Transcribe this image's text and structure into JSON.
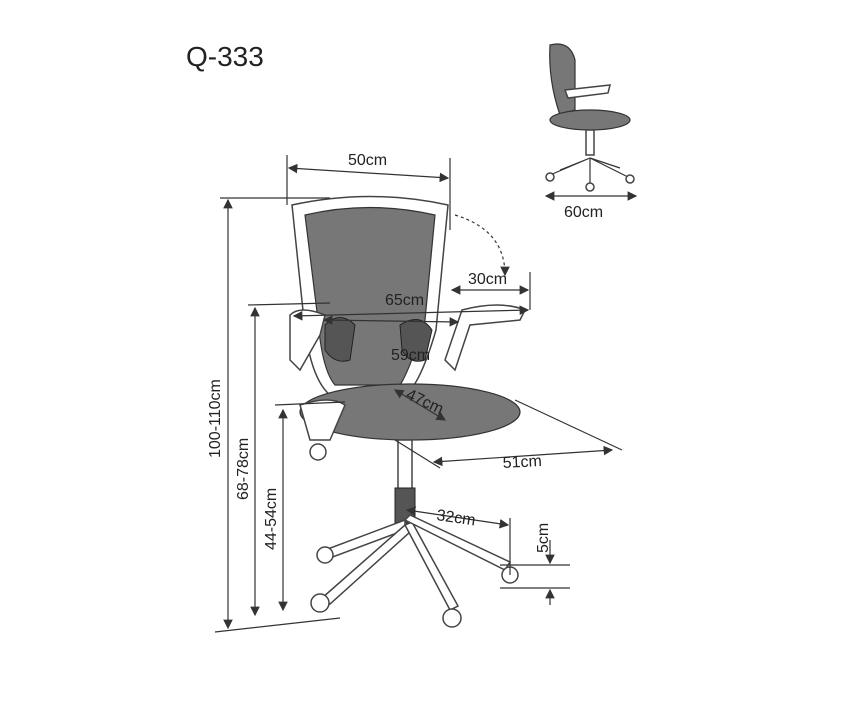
{
  "product": {
    "model": "Q-333"
  },
  "dimensions": {
    "backrest_width": "50cm",
    "armrest_flip": "30cm",
    "overall_width": "65cm",
    "inner_width": "59cm",
    "seat_depth": "47cm",
    "seat_width": "51cm",
    "base_radius": "32cm",
    "caster_height": "5cm",
    "total_height": "100-110cm",
    "armrest_height": "68-78cm",
    "seat_height": "44-54cm",
    "side_depth": "60cm"
  }
}
